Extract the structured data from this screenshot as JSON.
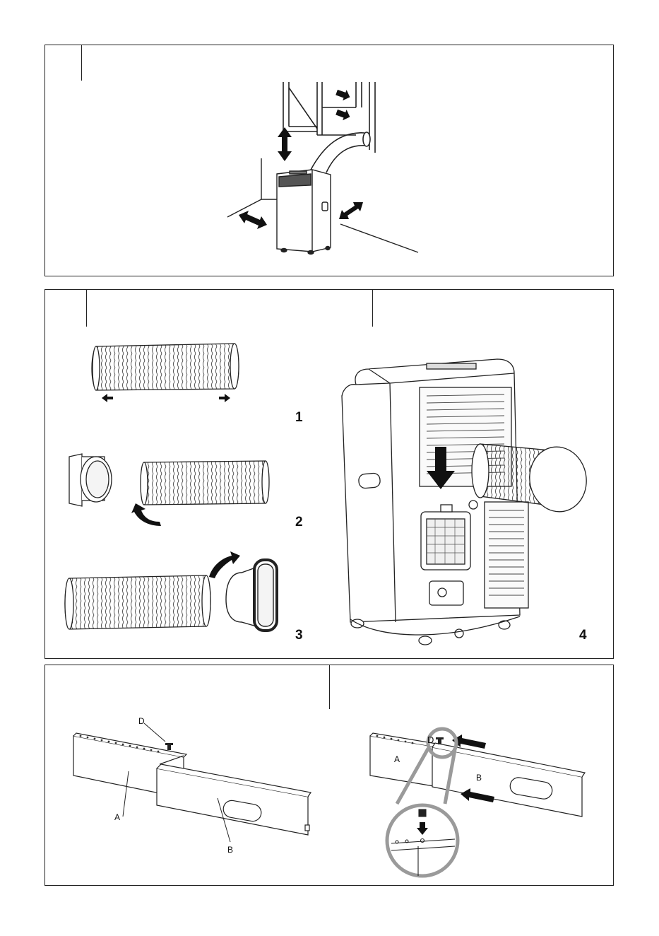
{
  "panel2": {
    "steps": [
      "1",
      "2",
      "3",
      "4"
    ]
  },
  "panel3": {
    "left_labels": {
      "a": "A",
      "b": "B",
      "d": "D"
    },
    "right_labels": {
      "a": "A",
      "b": "B",
      "d": "D"
    }
  },
  "colors": {
    "line": "#222222",
    "arrow": "#111111",
    "zoom_circle": "#9a9a9a"
  }
}
